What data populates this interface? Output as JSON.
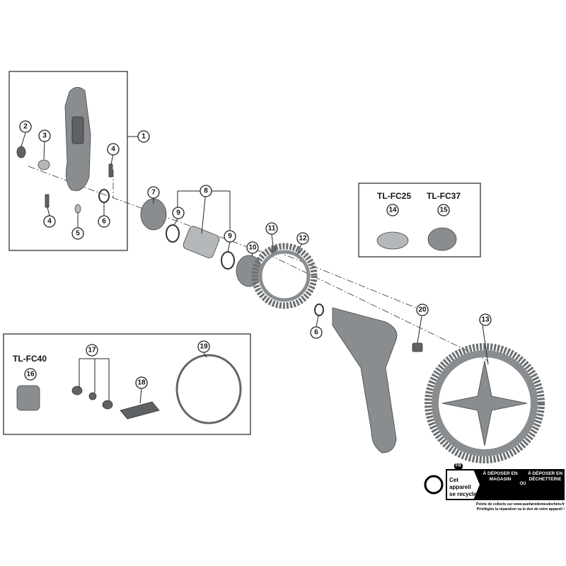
{
  "callouts": [
    "1",
    "2",
    "3",
    "4",
    "4",
    "5",
    "6",
    "7",
    "8",
    "9",
    "9",
    "10",
    "11",
    "12",
    "6",
    "13",
    "14",
    "15",
    "16",
    "17",
    "18",
    "19",
    "20"
  ],
  "tools": {
    "tl_fc25": "TL-FC25",
    "tl_fc37": "TL-FC37",
    "tl_fc40": "TL-FC40"
  },
  "recycle_label": {
    "country": "FR",
    "line1": "Cet appareil",
    "line2": "se recycle",
    "option1": "À DÉPOSER EN MAGASIN",
    "or": "OU",
    "option2": "À DÉPOSER EN DÉCHETTERIE",
    "footer1": "Points de collecte sur www.quefairedemesdechets.fr",
    "footer2": "Privilégiez la réparation ou le don de votre appareil !"
  },
  "colors": {
    "part": "#8a8d90",
    "line": "#222222"
  }
}
